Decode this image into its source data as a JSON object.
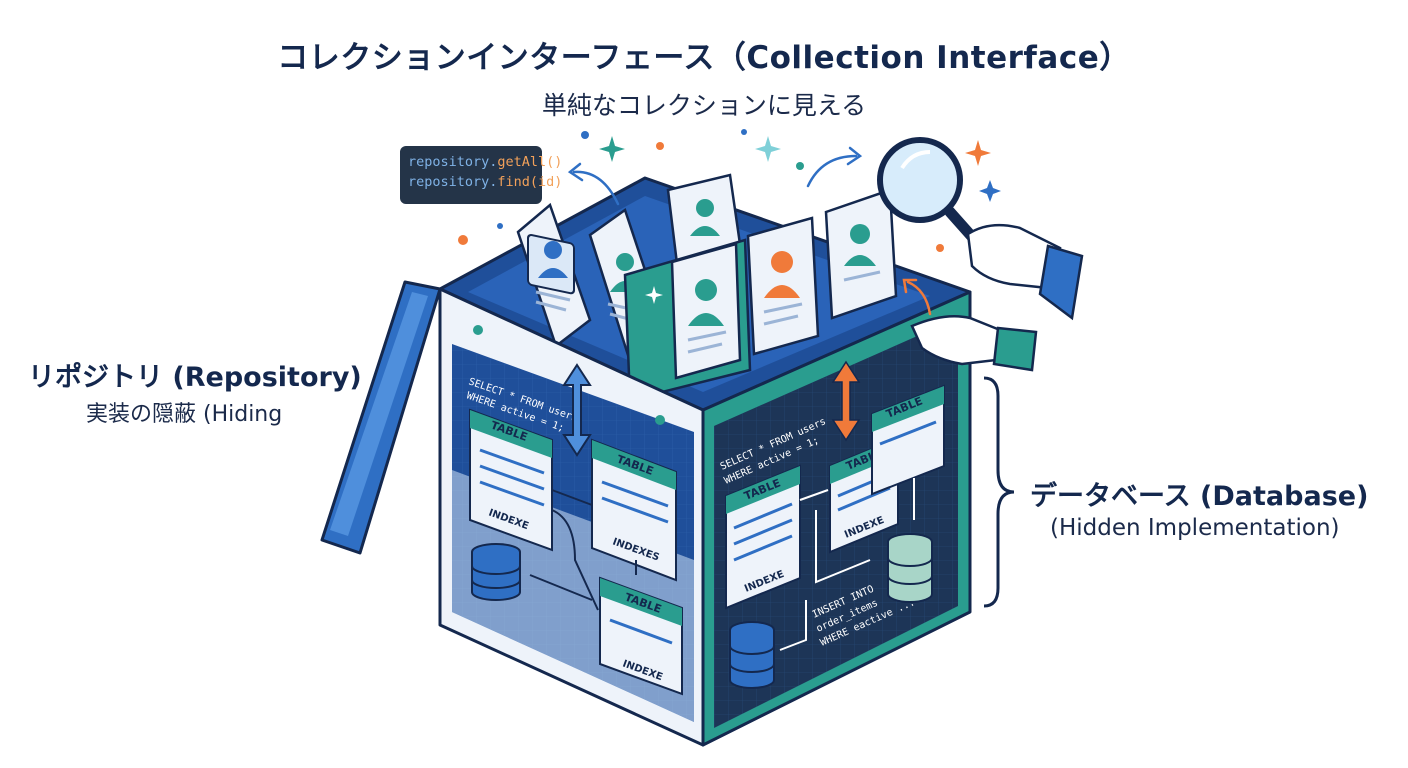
{
  "title": "コレクションインターフェース（Collection Interface）",
  "subtitle": "単純なコレクションに見える",
  "code": {
    "line1_obj": "repository.",
    "line1_fn": "getAll()",
    "line2_obj": "repository.",
    "line2_fn": "find(id)"
  },
  "repository": {
    "title": "リポジトリ (Repository)",
    "subtitle": "実装の隠蔽 (Hiding"
  },
  "database": {
    "title": "データベース (Database)",
    "subtitle": "(Hidden Implementation)"
  },
  "left_panel": {
    "sql_line1": "SELECT * FROM users",
    "sql_line2": "WHERE active = 1;",
    "table1_title": "TABLE",
    "table1_footer": "INDEXE",
    "table2_title": "TABLE",
    "table2_footer": "INDEXES",
    "table3_title": "TABLE",
    "table3_footer": "INDEXE"
  },
  "right_panel": {
    "sql_line1": "SELECT * FROM users",
    "sql_line2": "WHERE active = 1;",
    "table1_title": "TABLE",
    "table1_footer": "INDEXE",
    "table2_title": "TABLE",
    "table2_footer": "INDEXE",
    "table3_title": "TABLE",
    "insert_line1": "INSERT INTO",
    "insert_line2": "order_items",
    "insert_line3": "WHERE eactive ..."
  },
  "colors": {
    "navy": "#14284e",
    "blue": "#2f6fc4",
    "teal": "#2a9d8f",
    "orange": "#f07a3a"
  }
}
